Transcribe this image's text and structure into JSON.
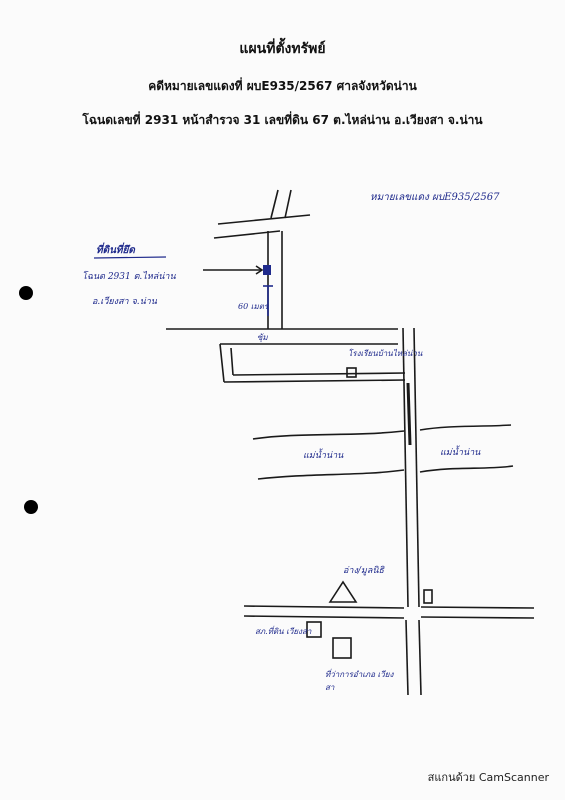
{
  "header": {
    "title": "แผนที่ตั้งทรัพย์",
    "case_line": "คดีหมายเลขแดงที่ ผบE935/2567 ศาลจังหวัดน่าน",
    "deed_line": "โฉนดเลขที่ 2931 หน้าสำรวจ 31 เลขที่ดิน 67 ต.ไหล่น่าน อ.เวียงสา จ.น่าน"
  },
  "annotations": {
    "case_ref": "หมายเลขแดง ผบE935/2567",
    "property_label": "ที่ดินที่ยึด",
    "deed_ref": "โฉนด 2931 ต.ไหล่น่าน",
    "district_ref": "อ.เวียงสา จ.น่าน",
    "distance": "60 เมตร",
    "gate": "ซุ้ม",
    "school": "โรงเรียนบ้านไหล่น่าน",
    "river_left": "แม่น้ำน่าน",
    "river_right": "แม่น้ำน่าน",
    "temple": "อ่าง/มูลนิธิ",
    "police": "สภ.ที่ดิน เวียงสา",
    "district_office": "ที่ว่าการอำเภอ เวียงสา"
  },
  "footer": {
    "scanner": "สแกนด้วย CamScanner"
  },
  "colors": {
    "ink": "#1f2a8c",
    "line": "#1a1a1a"
  }
}
